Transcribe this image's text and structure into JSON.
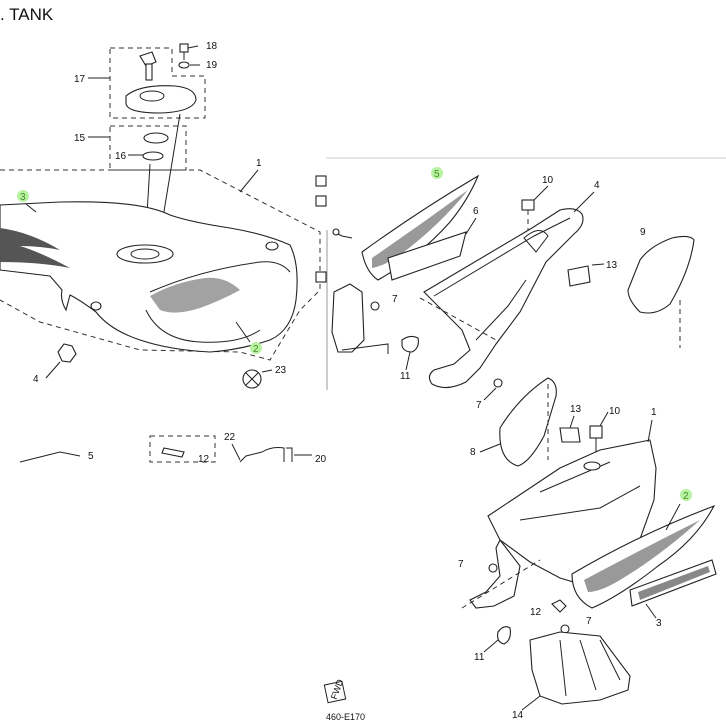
{
  "title": ". TANK",
  "diagram_code": "460-E170",
  "fwd_label": "FWD",
  "callouts": {
    "c1a": "1",
    "c2a": "2",
    "c3": "3",
    "c4a": "4",
    "c5a": "5",
    "c12a": "12",
    "c15": "15",
    "c16": "16",
    "c17": "17",
    "c18": "18",
    "c19": "19",
    "c22": "22",
    "c23": "23",
    "c20": "20",
    "c5b": "5",
    "c6": "6",
    "c7a": "7",
    "c9": "9",
    "c10a": "10",
    "c4b": "4",
    "c11a": "11",
    "c13a": "13",
    "c7b": "7",
    "c13b": "13",
    "c10b": "10",
    "c1b": "1",
    "c8": "8",
    "c2b": "2",
    "c7c": "7",
    "c12b": "12",
    "c3b": "3",
    "c7d": "7",
    "c11b": "11",
    "c14": "14"
  },
  "highlight_color": "#b6f2a0"
}
